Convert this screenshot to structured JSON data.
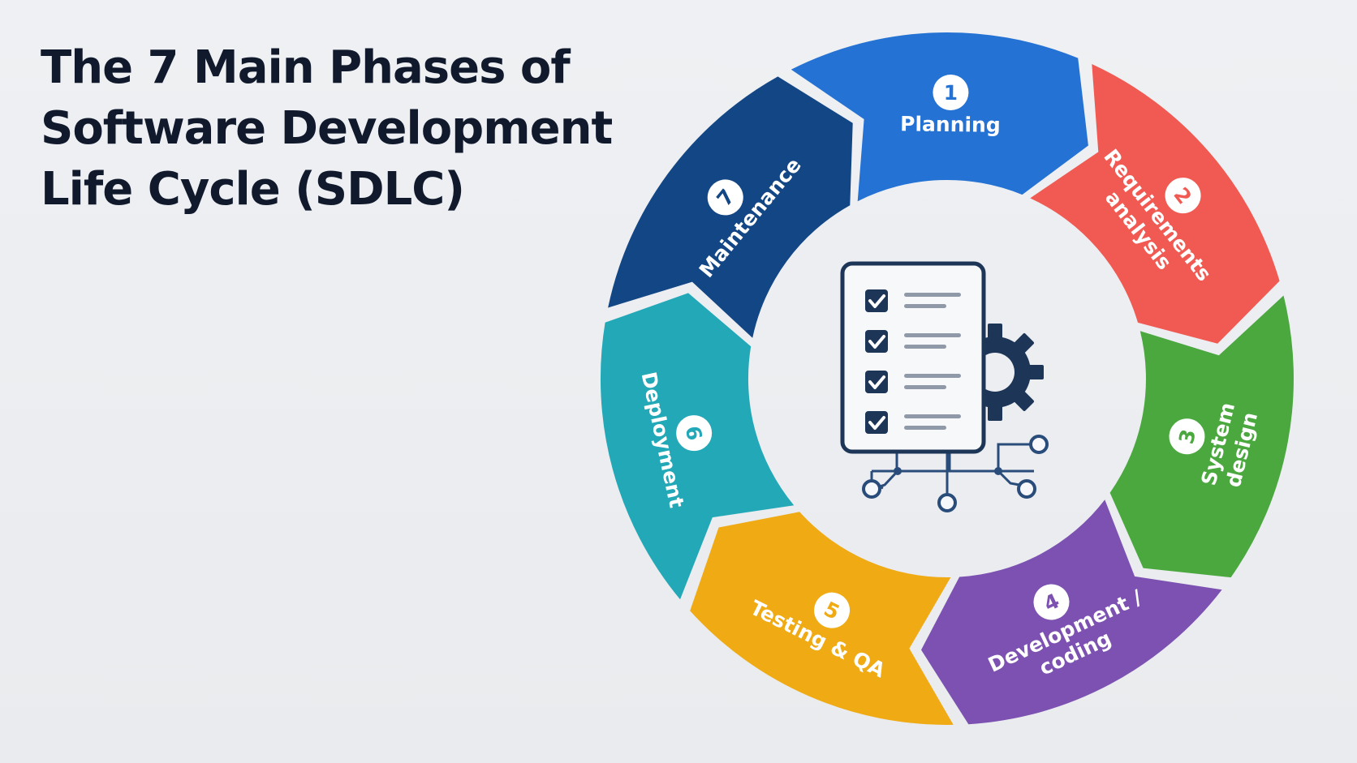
{
  "title_lines": [
    "The 7 Main Phases of",
    "Software Development",
    "Life Cycle (SDLC)"
  ],
  "phases": [
    {
      "number": "1",
      "lines": [
        "Planning"
      ],
      "color": "#2472d3"
    },
    {
      "number": "2",
      "lines": [
        "Requirements",
        "analysis"
      ],
      "color": "#f05a52"
    },
    {
      "number": "3",
      "lines": [
        "System",
        "design"
      ],
      "color": "#4aa83f"
    },
    {
      "number": "4",
      "lines": [
        "Development /",
        "coding"
      ],
      "color": "#7c51b1"
    },
    {
      "number": "5",
      "lines": [
        "Testing & QA"
      ],
      "color": "#efaa14"
    },
    {
      "number": "6",
      "lines": [
        "Deployment"
      ],
      "color": "#22a8b7"
    },
    {
      "number": "7",
      "lines": [
        "Maintenance"
      ],
      "color": "#134684"
    }
  ],
  "center_icon": "checklist-gear-network-icon",
  "icon_color": "#1d3557"
}
